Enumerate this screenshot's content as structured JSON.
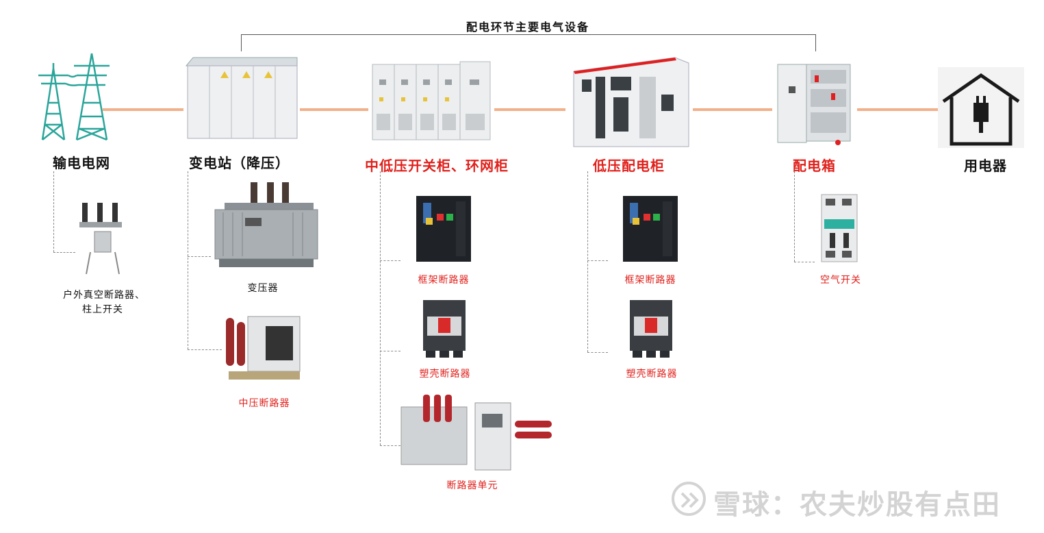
{
  "colors": {
    "accent": "#e0201b",
    "connector": "#f2b08a",
    "teal": "#2aa59a"
  },
  "title": "配电环节主要电气设备",
  "stages": [
    {
      "label": "输电电网",
      "icon": "transmission-tower-icon"
    },
    {
      "label": "变电站（降压）",
      "icon": "substation-icon"
    },
    {
      "label": "中低压开关柜、环网柜",
      "icon": "switchgear-cabinet-icon"
    },
    {
      "label": "低压配电柜",
      "icon": "distribution-cabinet-icon"
    },
    {
      "label": "配电箱",
      "icon": "distribution-box-icon"
    },
    {
      "label": "用电器",
      "icon": "house-plug-icon"
    }
  ],
  "components": {
    "grid": [
      {
        "label_line1": "户外真空断路器、",
        "label_line2": "柱上开关"
      }
    ],
    "substation": [
      {
        "label": "变压器"
      },
      {
        "label": "中压断路器"
      }
    ],
    "switchgear": [
      {
        "label": "框架断路器"
      },
      {
        "label": "塑壳断路器"
      },
      {
        "label": "断路器单元"
      }
    ],
    "lowvoltage": [
      {
        "label": "框架断路器"
      },
      {
        "label": "塑壳断路器"
      }
    ],
    "box": [
      {
        "label": "空气开关"
      }
    ]
  },
  "watermark": "雪球：农夫炒股有点田"
}
